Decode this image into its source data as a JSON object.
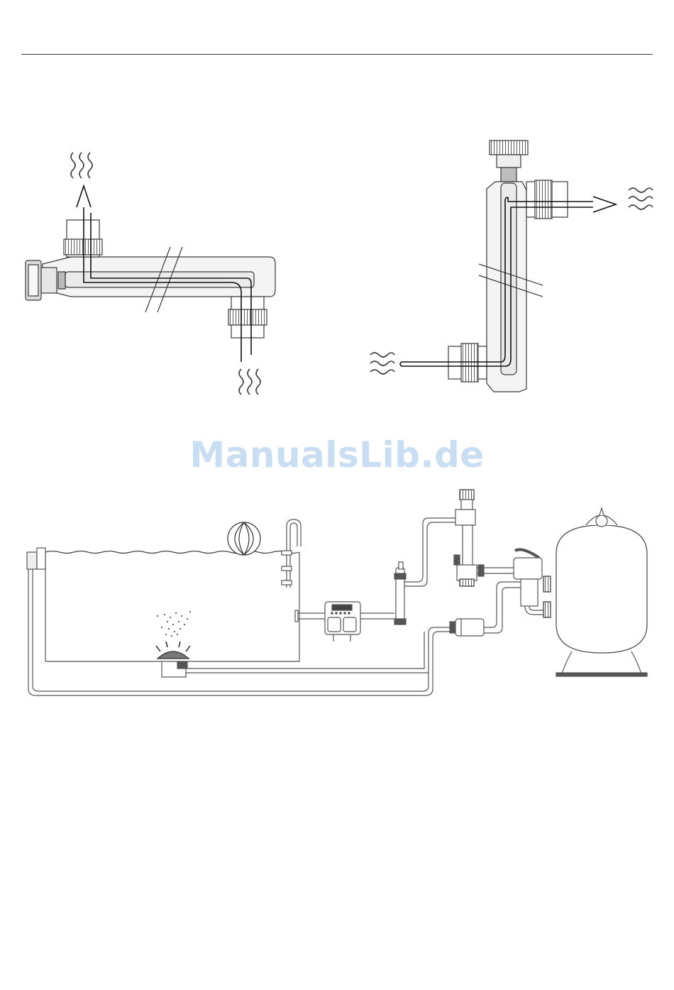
{
  "page": {
    "watermark": "ManualsLib.de",
    "watermark_color": "#c9ddf3"
  },
  "figures": [
    {
      "id": "horizontal-install-diagram"
    },
    {
      "id": "vertical-install-diagram"
    },
    {
      "id": "pool-circulation-system-diagram"
    }
  ],
  "colors": {
    "line": "#3a3a3a",
    "housing_fill": "#f3f3f3",
    "pipe_fill": "#ffffff",
    "water": "#555555"
  }
}
